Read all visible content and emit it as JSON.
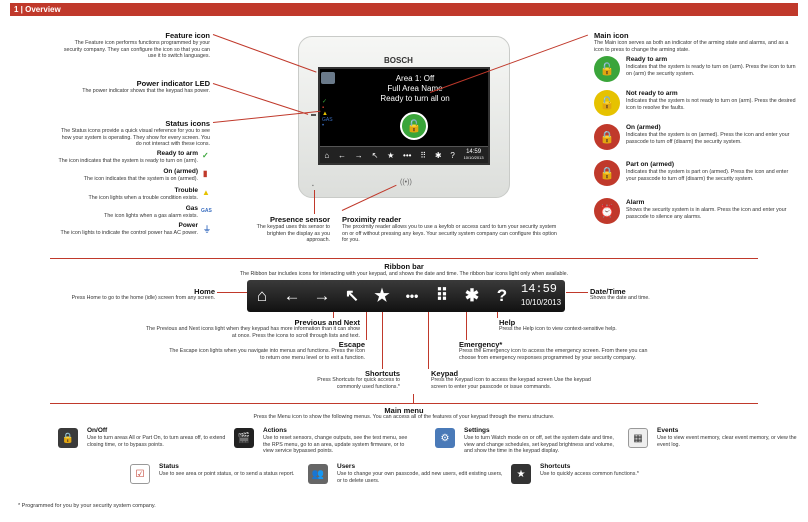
{
  "header": "1 | Overview",
  "device": {
    "brand": "BOSCH",
    "line1": "Area 1: Off",
    "line2": "Full Area Name",
    "line3": "Ready to turn all on",
    "time": "14:59",
    "date": "10/10/2013"
  },
  "feature_icon": {
    "title": "Feature icon",
    "desc": "The Feature icon performs functions programmed by your security company. They can configure the icon so that you can use it to switch languages."
  },
  "power_led": {
    "title": "Power indicator LED",
    "desc": "The power indicator shows that the keypad has power."
  },
  "status_icons": {
    "title": "Status icons",
    "desc": "The Status icons provide a quick visual reference for you to see how your system is operating. They show for every screen. You do not interact with these icons."
  },
  "ready_to_arm_sm": {
    "title": "Ready to arm",
    "desc": "The icon indicates that the system is ready to turn on (arm)."
  },
  "on_armed_sm": {
    "title": "On (armed)",
    "desc": "The icon indicates that the system is on (armed)."
  },
  "trouble": {
    "title": "Trouble",
    "desc": "The icon lights when a trouble condition exists."
  },
  "gas": {
    "title": "Gas",
    "desc": "The icon lights when a gas alarm exists.",
    "icon_label": "GAS"
  },
  "power": {
    "title": "Power",
    "desc": "The icon lights to indicate the control power has AC power."
  },
  "presence": {
    "title": "Presence sensor",
    "desc": "The keypad uses this sensor to brighten the display as you approach."
  },
  "proximity": {
    "title": "Proximity reader",
    "desc": "The proximity reader allows you to use a keyfob or access card to turn your security system on or off without pressing any keys. Your security system company can configure this option for you."
  },
  "main_icon": {
    "title": "Main icon",
    "desc": "The Main icon serves as both an indicator of the arming state and alarms, and as a icon to press to change the arming state."
  },
  "ready_to_arm": {
    "title": "Ready to arm",
    "desc": "Indicates that the system is ready to turn on (arm). Press the icon to turn on (arm) the security system."
  },
  "not_ready": {
    "title": "Not ready to arm",
    "desc": "Indicates that the system is not ready to turn on (arm). Press the desired icon to resolve the faults."
  },
  "on_armed": {
    "title": "On (armed)",
    "desc": "Indicates that the system is on (armed). Press the icon and enter your passcode to turn off (disarm) the security system."
  },
  "part_on": {
    "title": "Part on (armed)",
    "desc": "Indicates that the system is part on (armed). Press the icon and enter your passcode to turn off (disarm) the security system."
  },
  "alarm": {
    "title": "Alarm",
    "desc": "Shows the security system is in alarm. Press the icon and enter your passcode to silence any alarms."
  },
  "ribbon_bar": {
    "title": "Ribbon bar",
    "desc": "The Ribbon bar includes icons for interacting with your keypad, and shows the date and time. The ribbon bar icons light only when available."
  },
  "home": {
    "title": "Home",
    "desc": "Press Home to go to the home (idle) screen from any screen."
  },
  "datetime": {
    "title": "Date/Time",
    "desc": "Shows the date and time."
  },
  "prevnext": {
    "title": "Previous and Next",
    "desc": "The Previous and Next icons light when they keypad has more information than it can show at once. Press the icons to scroll through lists and text."
  },
  "escape": {
    "title": "Escape",
    "desc": "The Escape icon lights when you navigate into menus and functions. Press the icon to return one menu level or to exit a function."
  },
  "shortcuts": {
    "title": "Shortcuts",
    "desc": "Press Shortcuts for quick access to commonly used functions.*"
  },
  "keypad": {
    "title": "Keypad",
    "desc": "Press the Keypad icon to access the keypad screen Use the keypad screen to enter your passcode or issue commands."
  },
  "emergency": {
    "title": "Emergency*",
    "desc": "Press the Emergency icon to access the emergency screen. From there you can choose from emergency responses programmed by your security company."
  },
  "help": {
    "title": "Help",
    "desc": "Press the Help icon to view context-sensitive help."
  },
  "main_menu": {
    "title": "Main menu",
    "desc": "Press the Menu icon to show the following menus. You can access all of the features of your keypad through the menu structure."
  },
  "menus": [
    {
      "title": "On/Off",
      "desc": "Use to turn areas All or Part On, to turn areas off, to extend closing time, or to bypass points."
    },
    {
      "title": "Actions",
      "desc": "Use to reset sensors, change outputs, see the test menu, see the RPS menu, go to an area, update system firmware, or to view service bypassed points."
    },
    {
      "title": "Settings",
      "desc": "Use to turn Watch mode on or off, set the system date and time, view and change schedules, set keypad brightness and volume, and show the time in the keypad display."
    },
    {
      "title": "Events",
      "desc": "Use to view event memory, clear event memory, or view the event log."
    },
    {
      "title": "Status",
      "desc": "Use to see area or point status, or to send a status report."
    },
    {
      "title": "Users",
      "desc": "Use to change your own passcode, add new users, edit existing users, or to delete users."
    },
    {
      "title": "Shortcuts",
      "desc": "Use to quickly access common functions.*"
    }
  ],
  "footnote": "* Programmed for you by your security system company.",
  "colors": {
    "accent": "#c0392b",
    "green": "#3aa53a",
    "yellow": "#e6c200",
    "red": "#c0392b"
  }
}
